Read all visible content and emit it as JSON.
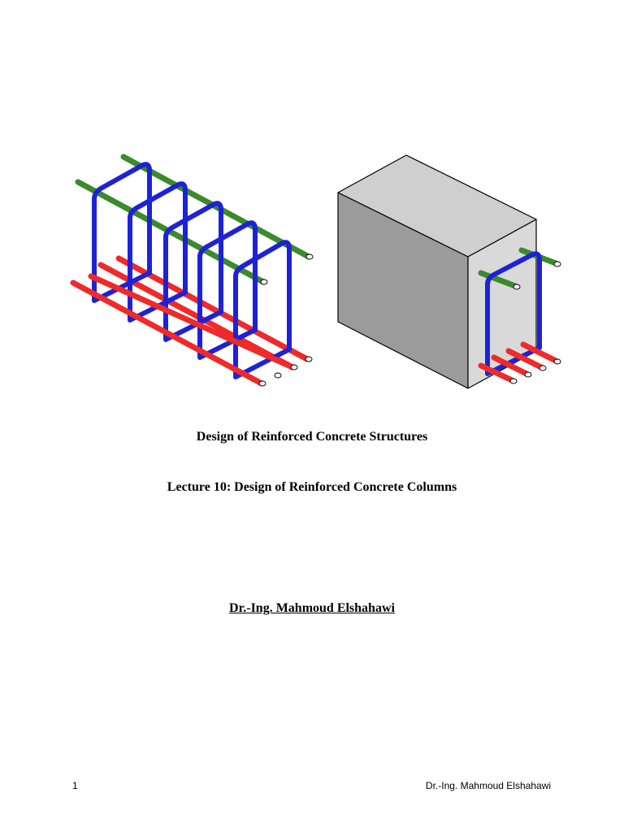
{
  "document": {
    "title": "Design of Reinforced Concrete Structures",
    "lecture": "Lecture 10: Design of Reinforced Concrete Columns",
    "author": "Dr.-Ing. Mahmoud Elshahawi"
  },
  "footer": {
    "page_number": "1",
    "author": "Dr.-Ing. Mahmoud Elshahawi"
  },
  "colors": {
    "stirrup": "#1e22d6",
    "bottom_bar": "#ee2a2a",
    "top_bar": "#3b8a2c",
    "concrete_front": "#9b9b9b",
    "concrete_top": "#cfcfcf",
    "concrete_side": "#d9d9d9"
  }
}
